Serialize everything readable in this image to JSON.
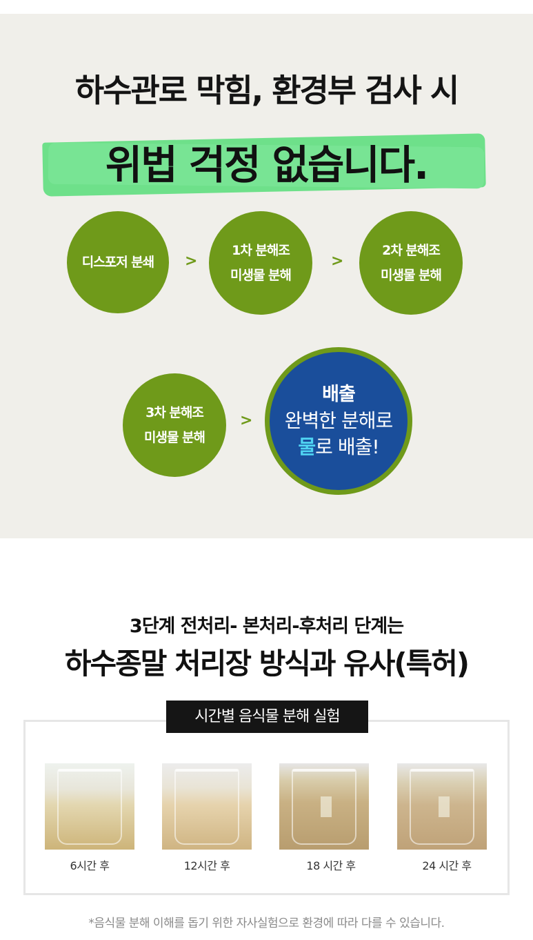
{
  "hero": {
    "line1": "하수관로 막힘, 환경부 검사 시",
    "line2": "위법 걱정 없습니다."
  },
  "process": {
    "steps": [
      {
        "line1": "디스포저 분쇄",
        "line2": ""
      },
      {
        "line1": "1차 분해조",
        "line2": "미생물 분해"
      },
      {
        "line1": "2차 분해조",
        "line2": "미생물 분해"
      },
      {
        "line1": "3차 분해조",
        "line2": "미생물 분해"
      }
    ],
    "final": {
      "title": "배출",
      "line1": "완벽한 분해로",
      "water_word": "물",
      "line2_rest": "로 배출!"
    },
    "arrow_symbol": ">"
  },
  "comparison": {
    "subtitle": "3단계 전처리- 본처리-후처리 단계는",
    "title": "하수종말 처리장 방식과 유사(특허)"
  },
  "experiment": {
    "label": "시간별 음식물 분해 실험",
    "captions": [
      "6시간 후",
      "12시간 후",
      "18 시간 후",
      "24 시간 후"
    ]
  },
  "footnote": "*음식물 분해 이해를 돕기 위한 자사실험으로 환경에 따라 다를 수 있습니다.",
  "colors": {
    "background": "#f0efea",
    "circle_green": "#6f9a1a",
    "highlight_green": "#6ee08a",
    "final_blue": "#1a4e9b",
    "water_cyan": "#4fd3f2"
  }
}
